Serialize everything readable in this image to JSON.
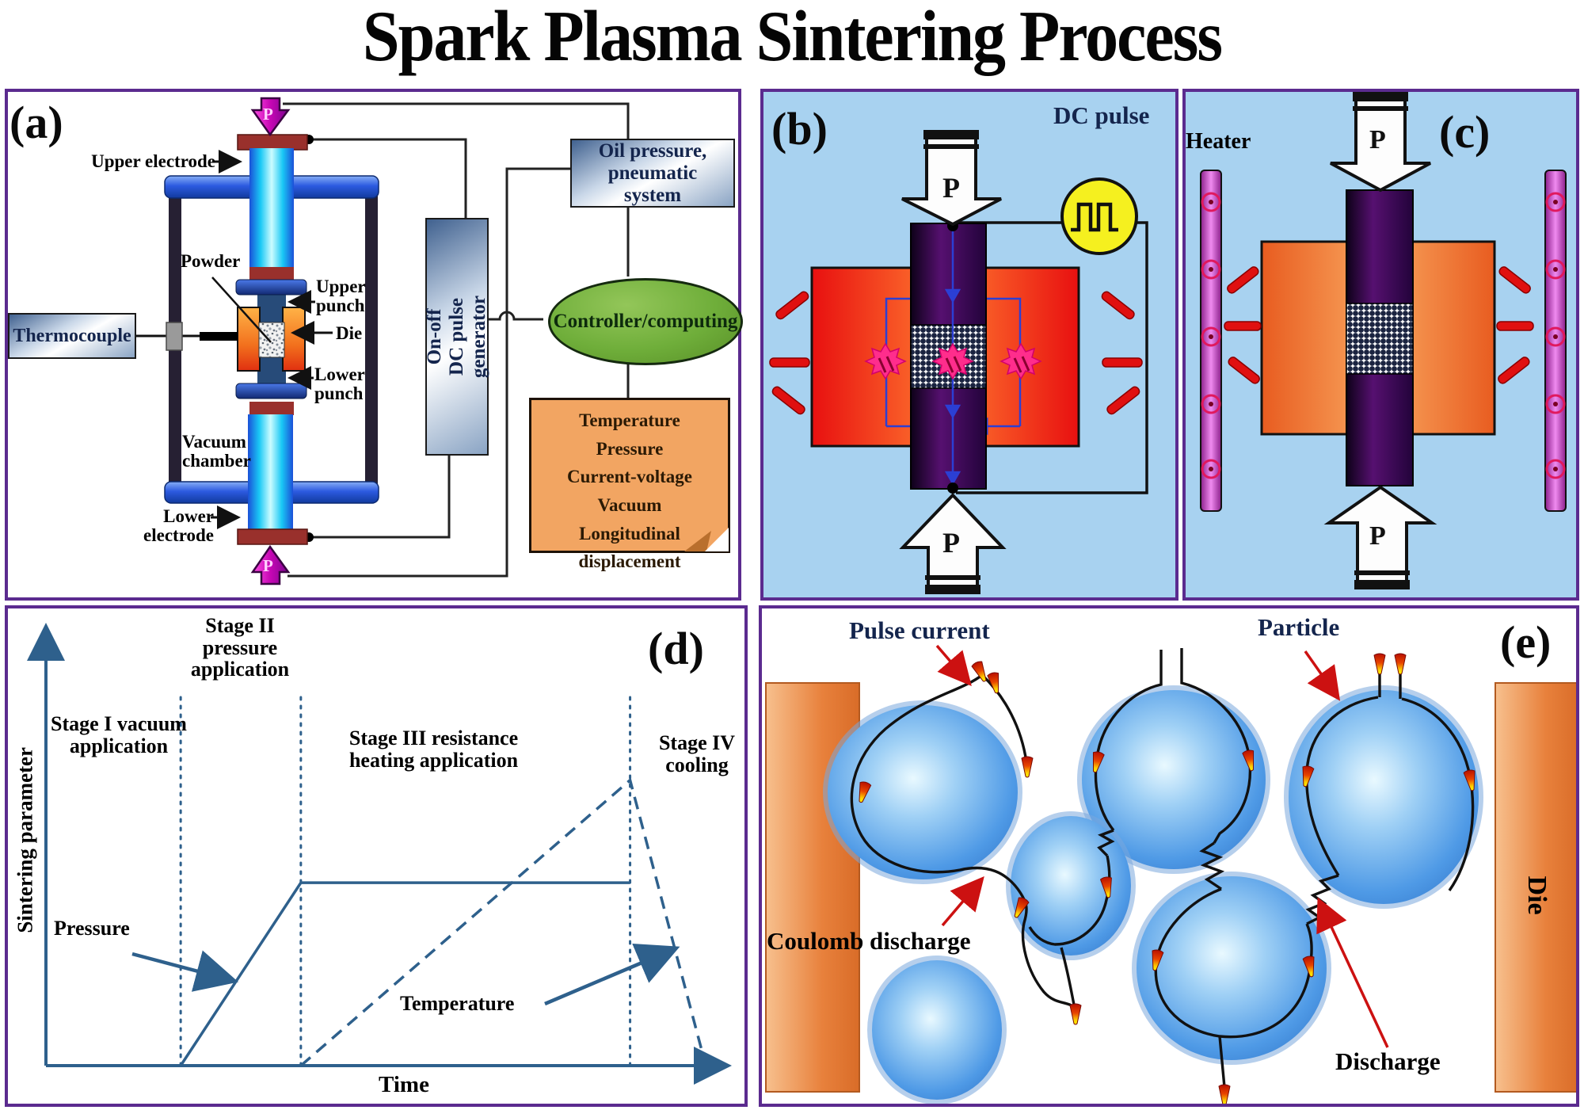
{
  "title": "Spark Plasma Sintering Process",
  "colors": {
    "panel_border": "#5b2b8f",
    "panel_bc_background": "#a8d2f0",
    "chart_line_blue": "#2e608c",
    "navy_text": "#14254d",
    "die_red": "#e81010",
    "die_orange": "#f09a55",
    "heater_pink": "#ee82ee",
    "particle_blue": "#4f9ae6",
    "spark_pink": "#ff2d8c",
    "note_orange": "#f2a562",
    "controller_green": "#6fae3a",
    "electrode_cyan": "#19c8f5",
    "pressure_arrow_magenta": "#d214c8"
  },
  "panel_a": {
    "label": "(a)",
    "p_symbol": "P",
    "upper_electrode": "Upper electrode",
    "powder": "Powder",
    "upper_punch": "Upper punch",
    "die": "Die",
    "lower_punch": "Lower punch",
    "thermocouple": "Thermocouple",
    "vacuum_chamber": "Vacuum chamber",
    "lower_electrode": "Lower electrode",
    "pulse_generator": "On-off DC pulse generator",
    "oil_pressure": "Oil pressure, pneumatic system",
    "controller": "Controller/computing",
    "monitor_items": [
      "Temperature",
      "Pressure",
      "Current-voltage",
      "Vacuum",
      "Longitudinal displacement"
    ]
  },
  "panel_b": {
    "label": "(b)",
    "dc_pulse": "DC pulse",
    "p_symbol": "P"
  },
  "panel_c": {
    "label": "(c)",
    "heater": "Heater",
    "p_symbol": "P"
  },
  "panel_d": {
    "label": "(d)"
  },
  "chart_data": {
    "type": "line",
    "title": "",
    "xlabel": "Time",
    "ylabel": "Sintering parameter",
    "axis_ranges": "normalized 0-1 (no numeric ticks shown)",
    "grid": false,
    "stage_boundaries": [
      0.194,
      0.367,
      0.841
    ],
    "stages": [
      {
        "name": "Stage I vacuum application"
      },
      {
        "name": "Stage II pressure application"
      },
      {
        "name": "Stage III resistance heating application"
      },
      {
        "name": "Stage IV cooling"
      }
    ],
    "series": [
      {
        "name": "Pressure",
        "style": "solid",
        "x": [
          0.194,
          0.367,
          0.841
        ],
        "y": [
          0,
          0.41,
          0.41
        ]
      },
      {
        "name": "Temperature",
        "style": "dashed",
        "x": [
          0.367,
          0.841,
          0.95
        ],
        "y": [
          0,
          0.64,
          0
        ]
      }
    ]
  },
  "panel_e": {
    "label": "(e)",
    "pulse_current": "Pulse current",
    "particle": "Particle",
    "coulomb_discharge": "Coulomb discharge",
    "discharge": "Discharge",
    "die": "Die"
  }
}
